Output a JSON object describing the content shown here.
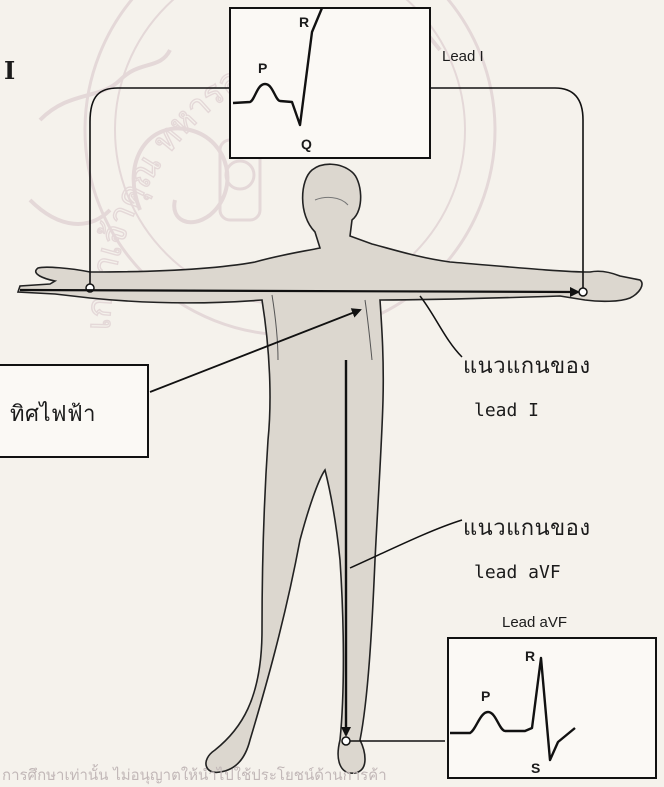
{
  "labels": {
    "lead_roman": "I",
    "lead_i_title": "Lead I",
    "lead_avf_title": "Lead aVF",
    "direction_label": "ทิศไฟฟ้า",
    "axis_lead_i_line1": "แนวแกนของ",
    "axis_lead_i_line2": "lead I",
    "axis_lead_avf_line1": "แนวแกนของ",
    "axis_lead_avf_line2": "lead aVF"
  },
  "ecg_lead_i": {
    "p": "P",
    "r": "R",
    "q": "Q"
  },
  "ecg_lead_avf": {
    "p": "P",
    "r": "R",
    "s": "S"
  },
  "watermark": {
    "footer_text": "การศึกษาเท่านั้น ไม่อนุญาตให้นำไปใช้ประโยชน์ด้านการค้า",
    "seal_text": "เกล้าเจ้าคุณ ทหารลาดกระบัง"
  },
  "colors": {
    "ink": "#1b1b1b",
    "paper": "#f5f2ec",
    "watermark": "#ddd0d0"
  }
}
